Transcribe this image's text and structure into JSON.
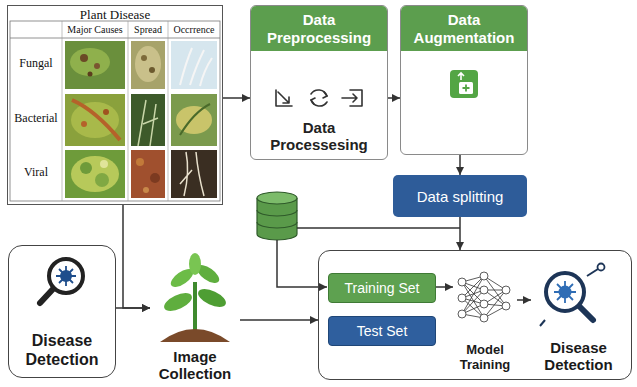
{
  "diagram": {
    "nodes": [
      {
        "text": [
          "Plant Disease"
        ]
      },
      {
        "text": [
          "Data Preprocessing",
          "Data Processesing"
        ]
      },
      {
        "text": [
          "Data Augmentation"
        ]
      },
      {
        "text": [
          "Data splitting"
        ]
      },
      {
        "text": [
          "Disease Detection"
        ]
      },
      {
        "text": [
          "Image Collection"
        ]
      },
      {
        "text": []
      },
      {
        "text": [
          "Training Set"
        ],
        "in": 6
      },
      {
        "text": [
          "Test Set"
        ],
        "in": 6
      },
      {
        "text": [
          "Model Training"
        ],
        "in": 6
      },
      {
        "text": [
          "Disease Detection"
        ],
        "in": 6
      }
    ],
    "edges": [
      {
        "from": 0,
        "to": 1,
        "arrow": "to"
      },
      {
        "from": 1,
        "to": 2,
        "arrow": "to"
      },
      {
        "from": 2,
        "to": 3,
        "arrow": "to"
      },
      {
        "from": 3,
        "to": 6,
        "arrow": "to"
      },
      {
        "from": 0,
        "to": 5,
        "arrow": "to"
      },
      {
        "from": 4,
        "to": 5,
        "arrow": "to"
      },
      {
        "from": 5,
        "to": 6,
        "arrow": "to"
      },
      {
        "from": 7,
        "to": 9,
        "arrow": "to"
      },
      {
        "from": 9,
        "to": 10,
        "arrow": "to"
      }
    ],
    "labels": [
      "Major Causes",
      "Spread",
      "Occrrence",
      "Fungal",
      "Bacterial",
      "Viral"
    ]
  }
}
